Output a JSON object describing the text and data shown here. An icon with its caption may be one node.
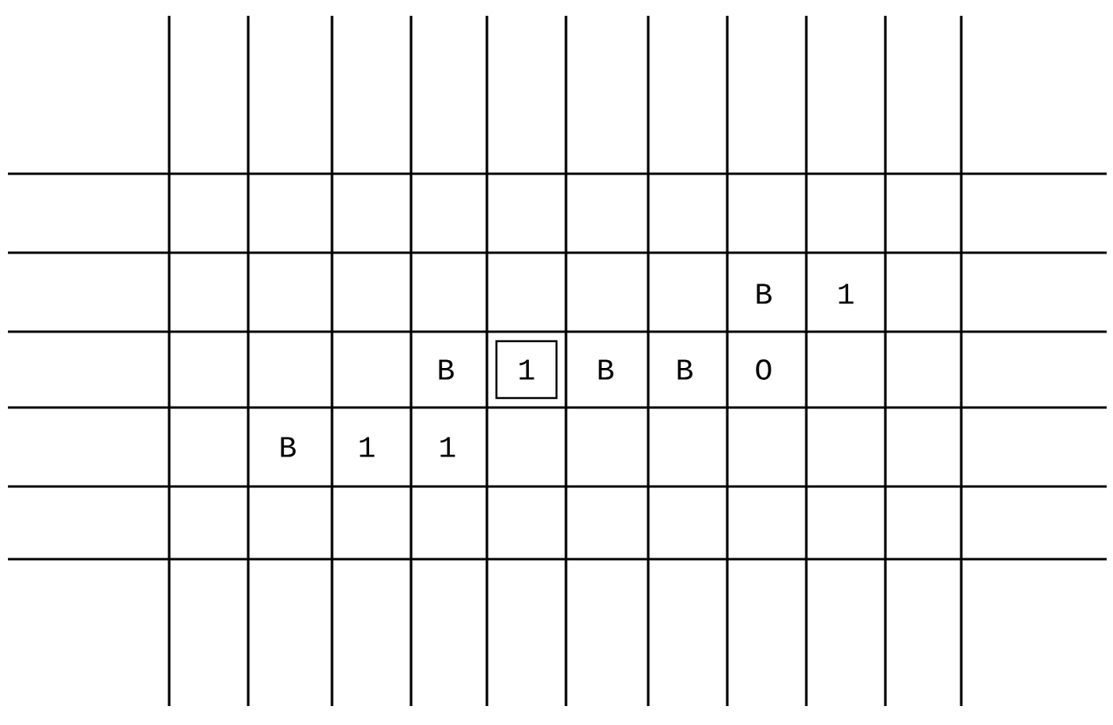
{
  "diagram": {
    "nodes": [
      {
        "text": [
          "1"
        ]
      }
    ],
    "labels": [
      "B",
      "1",
      "B",
      "B",
      "B",
      "O",
      "B",
      "1",
      "1"
    ]
  }
}
